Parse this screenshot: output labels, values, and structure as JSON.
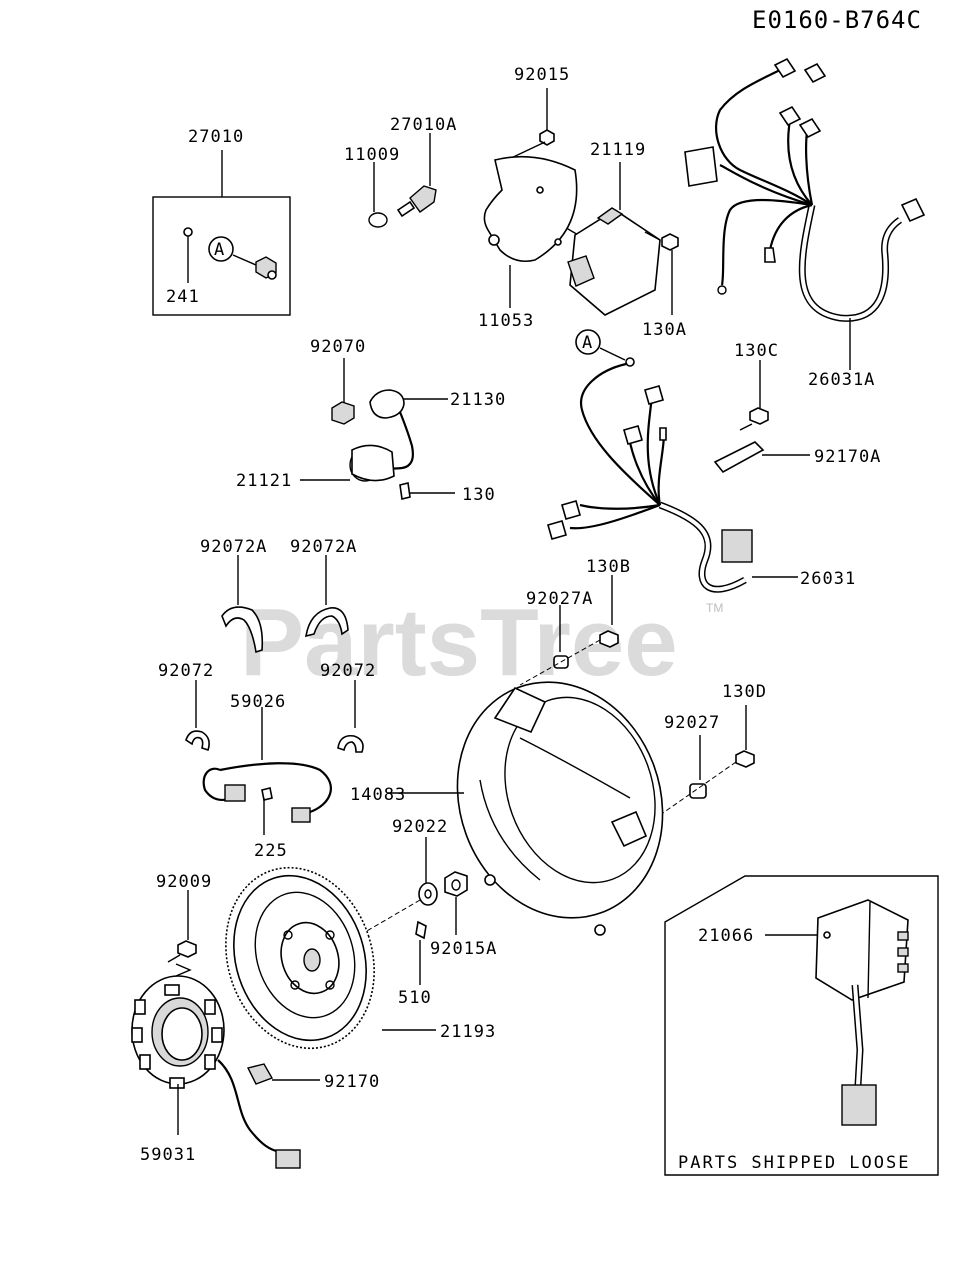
{
  "diagram_id": "E0160-B764C",
  "watermark": "PartsTree",
  "watermark_tm": "TM",
  "callout_letter": "A",
  "loose_box_caption": "PARTS SHIPPED LOOSE",
  "labels": {
    "p27010": "27010",
    "p241": "241",
    "p11009": "11009",
    "p27010A": "27010A",
    "p92015": "92015",
    "p21119": "21119",
    "p11053": "11053",
    "p130A": "130A",
    "p26031A": "26031A",
    "p92070": "92070",
    "p21130": "21130",
    "p21121": "21121",
    "p130": "130",
    "p130C": "130C",
    "p92170A": "92170A",
    "p26031": "26031",
    "p92072A_1": "92072A",
    "p92072A_2": "92072A",
    "p92072_1": "92072",
    "p92072_2": "92072",
    "p59026": "59026",
    "p225": "225",
    "p130B": "130B",
    "p92027A": "92027A",
    "p130D": "130D",
    "p92027": "92027",
    "p14083": "14083",
    "p92022": "92022",
    "p92015A": "92015A",
    "p510": "510",
    "p92009": "92009",
    "p21193": "21193",
    "p92170": "92170",
    "p59031": "59031",
    "p21066": "21066"
  }
}
